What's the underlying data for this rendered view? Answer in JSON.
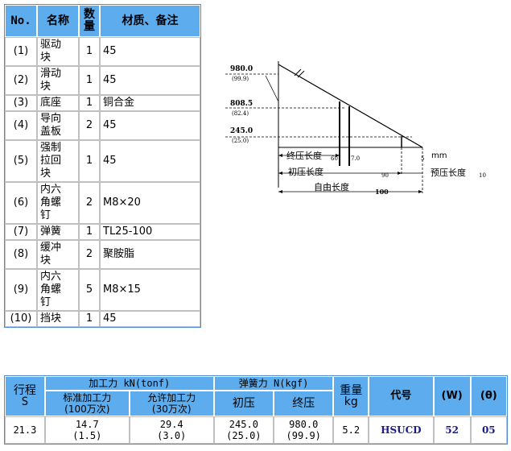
{
  "parts_table": {
    "headers": {
      "no": "No.",
      "name": "名称",
      "qty_1": "数",
      "qty_2": "量",
      "material": "材质、备注"
    },
    "rows": [
      {
        "no": "(1)",
        "name": "驱动块",
        "qty": "1",
        "material": "45"
      },
      {
        "no": "(2)",
        "name": "滑动块",
        "qty": "1",
        "material": "45"
      },
      {
        "no": "(3)",
        "name": "底座",
        "qty": "1",
        "material": "铜合金"
      },
      {
        "no": "(4)",
        "name": "导向盖板",
        "qty": "2",
        "material": "45"
      },
      {
        "no": "(5)",
        "name": "强制拉回块",
        "qty": "1",
        "material": "45"
      },
      {
        "no": "(6)",
        "name": "内六角螺钉",
        "qty": "2",
        "material": "M8×20"
      },
      {
        "no": "(7)",
        "name": "弹簧",
        "qty": "1",
        "material": "TL25-100"
      },
      {
        "no": "(8)",
        "name": "缓冲块",
        "qty": "2",
        "material": "聚胺脂"
      },
      {
        "no": "(9)",
        "name": "内六角螺钉",
        "qty": "5",
        "material": "M8×15"
      },
      {
        "no": "(10)",
        "name": "挡块",
        "qty": "1",
        "material": "45"
      }
    ]
  },
  "diagram": {
    "y_labels": [
      {
        "value": "980.0",
        "sub": "(99.9)"
      },
      {
        "value": "808.5",
        "sub": "(82.4)"
      },
      {
        "value": "245.0",
        "sub": "(25.0)"
      }
    ],
    "labels": {
      "final_compression": "终压长度",
      "initial_compression": "初压长度",
      "free_length": "自由长度",
      "preload_length": "预压长度",
      "unit": "mm"
    },
    "dims": {
      "d60": "60",
      "d70": "7.0",
      "d5": "5",
      "d90": "90",
      "d10": "10",
      "d100": "100"
    }
  },
  "spec_table": {
    "headers": {
      "stroke": "行程",
      "stroke_unit": "S",
      "force": "加工力 kN(tonf)",
      "std_force": "标准加工力",
      "std_force_sub": "(100万次)",
      "allow_force": "允许加工力",
      "allow_force_sub": "(30万次)",
      "spring": "弹簧力 N(kgf)",
      "initial": "初压",
      "final": "终压",
      "weight": "重量",
      "weight_unit": "kg",
      "code": "代号",
      "w": "(W)",
      "theta": "(θ)"
    },
    "row": {
      "stroke": "21.3",
      "std_force": "14.7",
      "std_force_sub": "(1.5)",
      "allow_force": "29.4",
      "allow_force_sub": "(3.0)",
      "initial": "245.0",
      "initial_sub": "(25.0)",
      "final": "980.0",
      "final_sub": "(99.9)",
      "weight": "5.2",
      "code": "HSUCD",
      "w": "52",
      "theta": "05"
    }
  }
}
